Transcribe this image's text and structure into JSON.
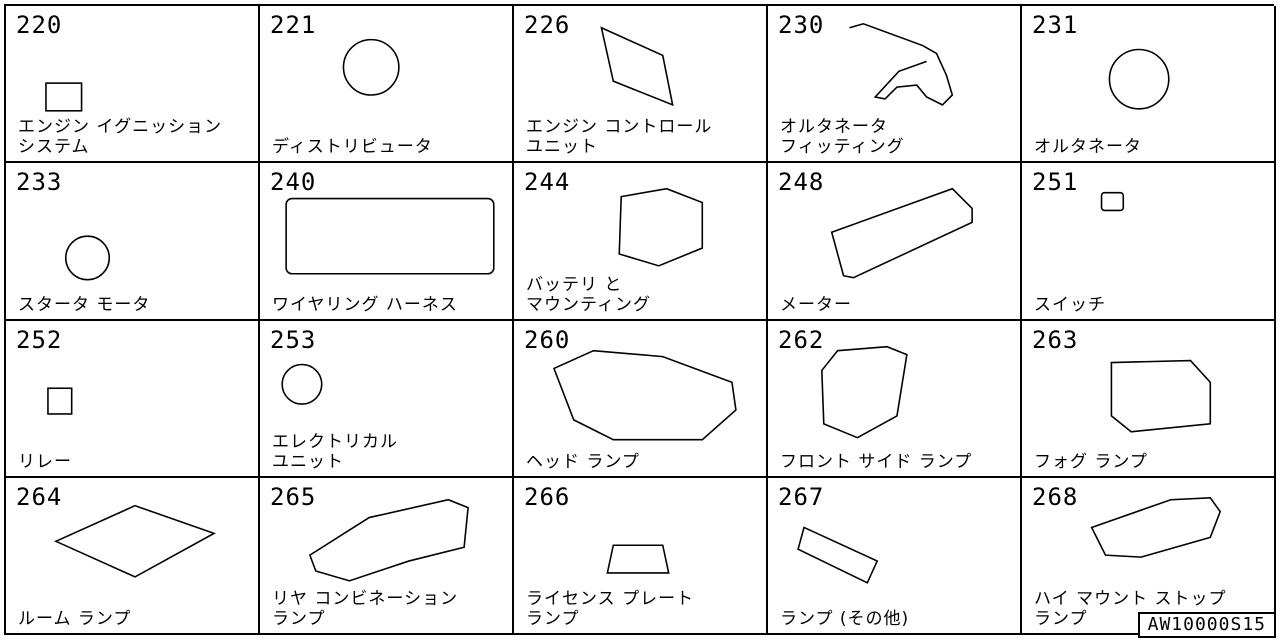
{
  "cells": [
    {
      "number": "220",
      "label": "エンジン イグニッション\nシステム",
      "icon": "ignition-system-icon"
    },
    {
      "number": "221",
      "label": "ディストリビュータ",
      "icon": "distributor-icon"
    },
    {
      "number": "226",
      "label": "エンジン コントロール\nユニット",
      "icon": "engine-control-unit-icon"
    },
    {
      "number": "230",
      "label": "オルタネータ\nフィッティング",
      "icon": "alternator-fitting-icon"
    },
    {
      "number": "231",
      "label": "オルタネータ",
      "icon": "alternator-icon"
    },
    {
      "number": "233",
      "label": "スタータ モータ",
      "icon": "starter-motor-icon"
    },
    {
      "number": "240",
      "label": "ワイヤリング ハーネス",
      "icon": "wiring-harness-icon"
    },
    {
      "number": "244",
      "label": "バッテリ と\nマウンティング",
      "icon": "battery-icon"
    },
    {
      "number": "248",
      "label": "メーター",
      "icon": "meter-icon"
    },
    {
      "number": "251",
      "label": "スイッチ",
      "icon": "switch-icon"
    },
    {
      "number": "252",
      "label": "リレー",
      "icon": "relay-icon"
    },
    {
      "number": "253",
      "label": "エレクトリカル\nユニット",
      "icon": "electrical-unit-icon"
    },
    {
      "number": "260",
      "label": "ヘッド ランプ",
      "icon": "head-lamp-icon"
    },
    {
      "number": "262",
      "label": "フロント サイド ランプ",
      "icon": "front-side-lamp-icon"
    },
    {
      "number": "263",
      "label": "フォグ ランプ",
      "icon": "fog-lamp-icon"
    },
    {
      "number": "264",
      "label": "ルーム ランプ",
      "icon": "room-lamp-icon"
    },
    {
      "number": "265",
      "label": "リヤ コンビネーション\nランプ",
      "icon": "rear-combination-lamp-icon"
    },
    {
      "number": "266",
      "label": "ライセンス プレート\nランプ",
      "icon": "license-plate-lamp-icon"
    },
    {
      "number": "267",
      "label": "ランプ (その他)",
      "icon": "lamp-other-icon"
    },
    {
      "number": "268",
      "label": "ハイ マウント ストップ\nランプ",
      "icon": "high-mount-stop-lamp-icon"
    }
  ],
  "diagram_code": "AW10000S15"
}
